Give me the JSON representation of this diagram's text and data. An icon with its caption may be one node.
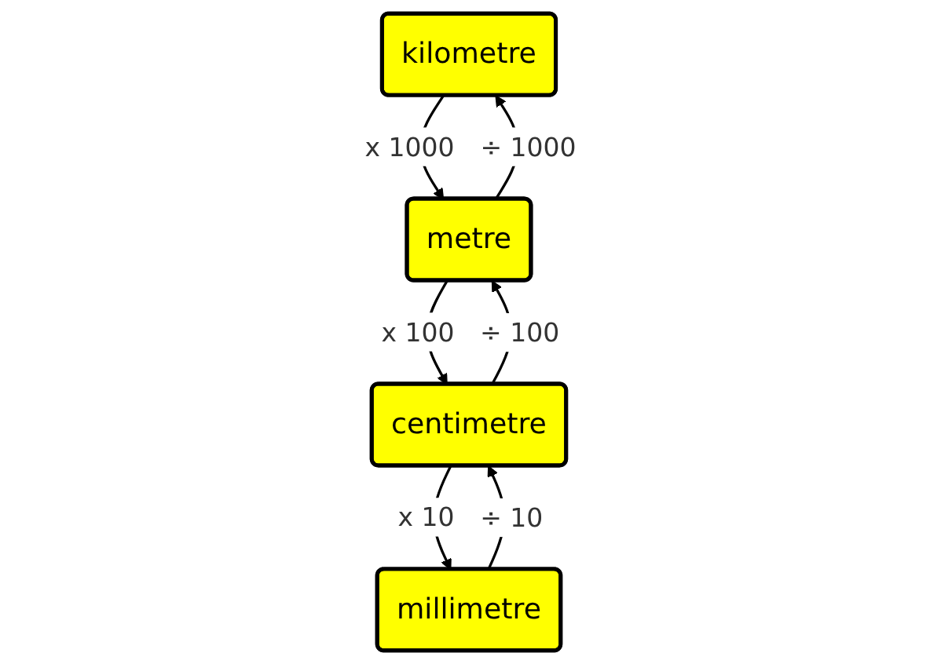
{
  "diagram": {
    "nodes": [
      {
        "text": [
          "kilometre"
        ]
      },
      {
        "text": [
          "metre"
        ]
      },
      {
        "text": [
          "centimetre"
        ]
      },
      {
        "text": [
          "millimetre"
        ]
      }
    ],
    "edges": [
      {
        "from": 0,
        "to": 1,
        "arrow": "to",
        "label": "x 1000"
      },
      {
        "from": 1,
        "to": 0,
        "arrow": "to",
        "label": "÷ 1000"
      },
      {
        "from": 1,
        "to": 2,
        "arrow": "to",
        "label": "x 100"
      },
      {
        "from": 2,
        "to": 1,
        "arrow": "to",
        "label": "÷ 100"
      },
      {
        "from": 2,
        "to": 3,
        "arrow": "to",
        "label": "x 10"
      },
      {
        "from": 3,
        "to": 2,
        "arrow": "to",
        "label": "÷ 10"
      }
    ]
  }
}
